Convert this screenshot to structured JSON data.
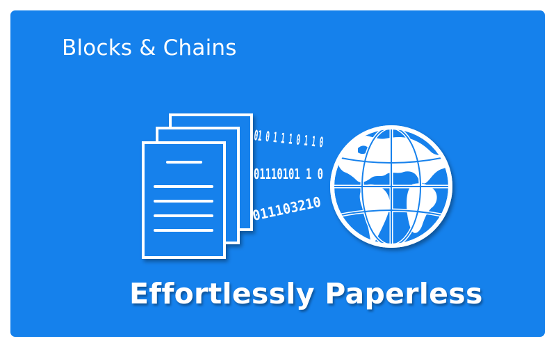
{
  "brand": {
    "name": "Blocks & Chains"
  },
  "tagline": "Effortlessly Paperless",
  "binary_streams": [
    "01 0 1 1 1 0 1 1 0",
    "01110101 1 0",
    "011103210"
  ],
  "icons": {
    "documents": "document-stack-icon",
    "globe": "globe-icon"
  },
  "colors": {
    "background": "#1581ec",
    "foreground": "#ffffff"
  }
}
